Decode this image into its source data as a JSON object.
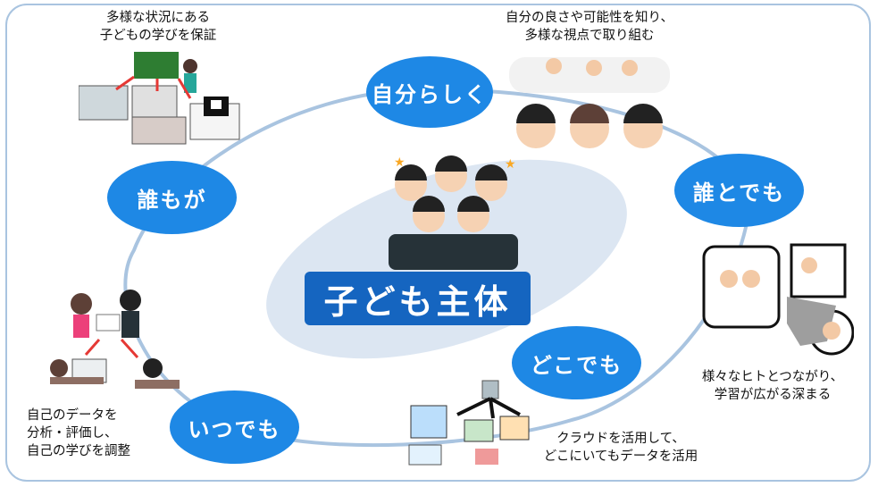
{
  "center": {
    "title": "子ども主体"
  },
  "nodes": {
    "jibun": "自分らしく",
    "dare_demo": "誰もが",
    "dare_tomo": "誰とでも",
    "dokodemo": "どこでも",
    "itsudemo": "いつでも"
  },
  "captions": {
    "top_left": [
      "多様な状況にある",
      "子どもの学びを保証"
    ],
    "top_right": [
      "自分の良さや可能性を知り、",
      "多様な視点で取り組む"
    ],
    "right": [
      "様々なヒトとつながり、",
      "学習が広がる深まる"
    ],
    "bottom_center": [
      "クラウドを活用して、",
      "どこにいてもデータを活用"
    ],
    "left": [
      "自己のデータを",
      "分析・評価し、",
      "自己の学びを調整"
    ]
  },
  "colors": {
    "node_fill": "#1e88e5",
    "title_fill": "#1565c0",
    "ring": "#a9c4e0",
    "ellipse": "#dce6f2",
    "arrow": "#e53935"
  }
}
